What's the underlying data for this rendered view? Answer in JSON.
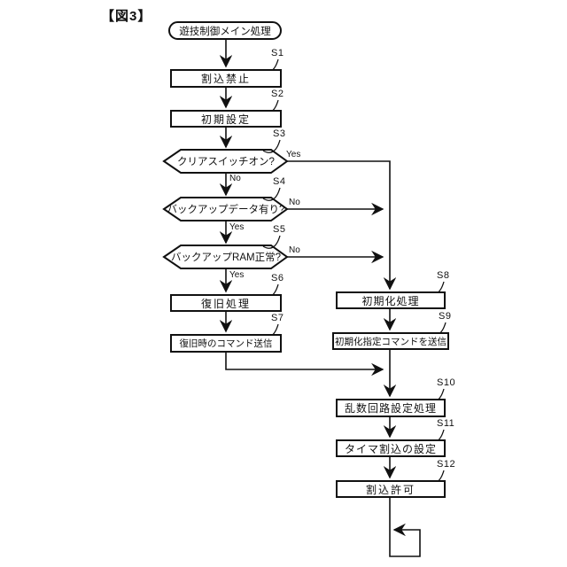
{
  "figure": {
    "title": "【図3】"
  },
  "terminal": {
    "start": "遊技制御メイン処理"
  },
  "branch": {
    "yes": "Yes",
    "no": "No"
  },
  "steps": {
    "s1": {
      "id": "S1",
      "label": "割込禁止"
    },
    "s2": {
      "id": "S2",
      "label": "初期設定"
    },
    "s3": {
      "id": "S3",
      "label": "クリアスイッチオン?"
    },
    "s4": {
      "id": "S4",
      "label": "バックアップデータ有り?"
    },
    "s5": {
      "id": "S5",
      "label": "バックアップRAM正常?"
    },
    "s6": {
      "id": "S6",
      "label": "復旧処理"
    },
    "s7": {
      "id": "S7",
      "label": "復旧時のコマンド送信"
    },
    "s8": {
      "id": "S8",
      "label": "初期化処理"
    },
    "s9": {
      "id": "S9",
      "label": "初期化指定コマンドを送信"
    },
    "s10": {
      "id": "S10",
      "label": "乱数回路設定処理"
    },
    "s11": {
      "id": "S11",
      "label": "タイマ割込の設定"
    },
    "s12": {
      "id": "S12",
      "label": "割込許可"
    }
  }
}
